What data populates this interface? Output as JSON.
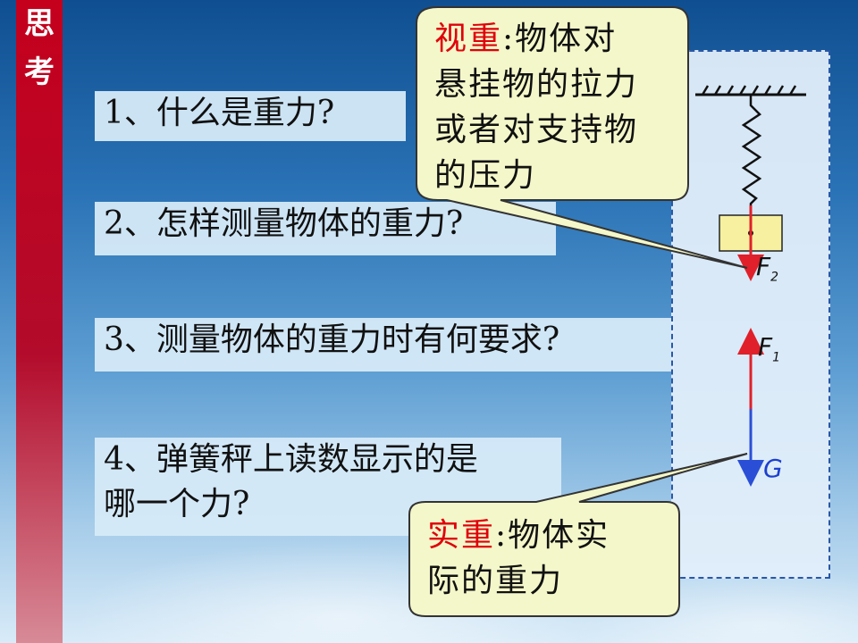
{
  "side_label": [
    "思",
    "考"
  ],
  "questions": [
    "1、什么是重力?",
    "2、怎样测量物体的重力?",
    "3、测量物体的重力时有何要求?",
    "4、弹簧秤上读数显示的是",
    "哪一个力?"
  ],
  "callout_apparent": {
    "term": "视重",
    "lines": [
      ":物体对",
      "悬挂物的拉力",
      "或者对支持物",
      "的压力"
    ]
  },
  "callout_actual": {
    "term": "实重",
    "lines": [
      ":物体实",
      "际的重力"
    ]
  },
  "force_labels": {
    "f2": "F",
    "f2_sub": "2",
    "f1": "F",
    "f1_sub": "1",
    "g": "G"
  },
  "colors": {
    "highlight": "#e0000b",
    "force_red": "#e0202a",
    "force_blue": "#2a4fd6",
    "callout_fill": "#f4f7c9"
  }
}
